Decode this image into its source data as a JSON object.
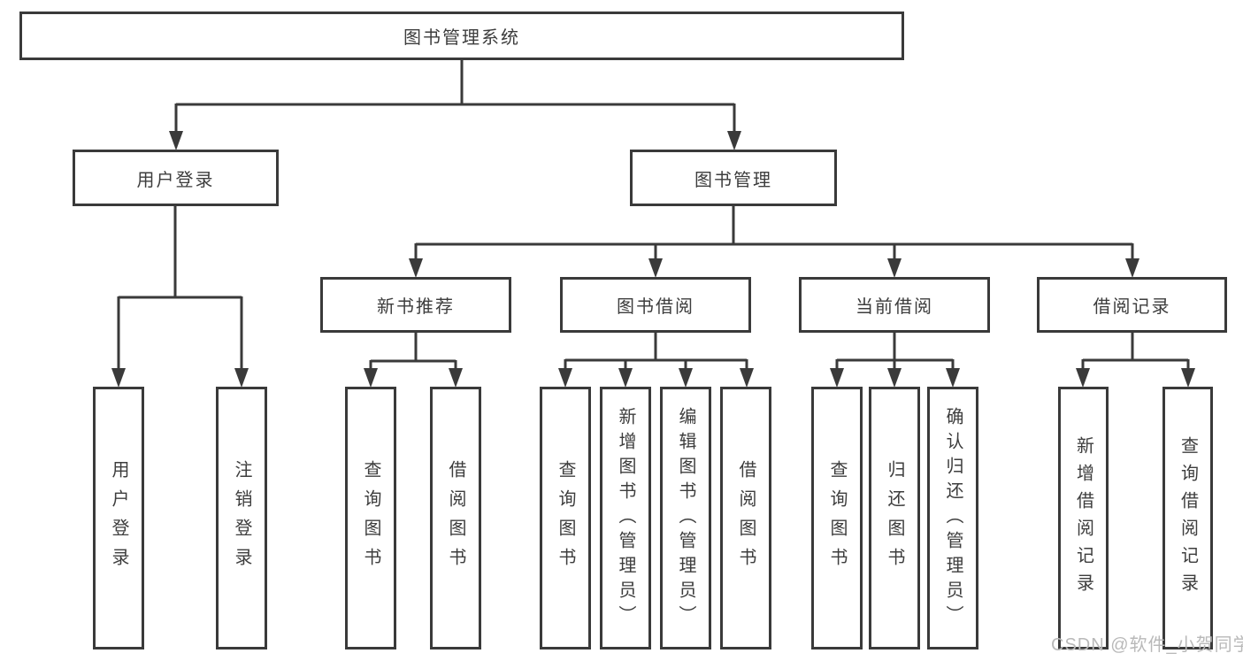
{
  "diagram_title": "图书管理系统",
  "colors": {
    "line": "#3a3a3a",
    "text": "#3d3d3d",
    "background": "#ffffff",
    "watermark": "#b9b9b9"
  },
  "nodes": {
    "root": {
      "label": "图书管理系统"
    },
    "user_login_group": {
      "label": "用户登录"
    },
    "book_mgmt": {
      "label": "图书管理"
    },
    "user_login": {
      "label": "用户登录"
    },
    "logout": {
      "label": "注销登录"
    },
    "new_book_rec": {
      "label": "新书推荐"
    },
    "book_borrow": {
      "label": "图书借阅"
    },
    "current_borrow": {
      "label": "当前借阅"
    },
    "borrow_records": {
      "label": "借阅记录"
    },
    "query_books_1": {
      "label": "查询图书"
    },
    "borrow_books_1": {
      "label": "借阅图书"
    },
    "query_books_2": {
      "label": "查询图书"
    },
    "add_books": {
      "label": "新增图书（管理员）"
    },
    "edit_books": {
      "label": "编辑图书（管理员）"
    },
    "borrow_books_2": {
      "label": "借阅图书"
    },
    "query_books_3": {
      "label": "查询图书"
    },
    "return_books": {
      "label": "归还图书"
    },
    "confirm_return": {
      "label": "确认归还（管理员）"
    },
    "add_borrow_record": {
      "label": "新增借阅记录"
    },
    "query_borrow_record": {
      "label": "查询借阅记录"
    }
  },
  "hierarchy": {
    "root": "图书管理系统",
    "children": [
      {
        "label": "用户登录",
        "children": [
          "用户登录",
          "注销登录"
        ]
      },
      {
        "label": "图书管理",
        "children": [
          {
            "label": "新书推荐",
            "children": [
              "查询图书",
              "借阅图书"
            ]
          },
          {
            "label": "图书借阅",
            "children": [
              "查询图书",
              "新增图书（管理员）",
              "编辑图书（管理员）",
              "借阅图书"
            ]
          },
          {
            "label": "当前借阅",
            "children": [
              "查询图书",
              "归还图书",
              "确认归还（管理员）"
            ]
          },
          {
            "label": "借阅记录",
            "children": [
              "新增借阅记录",
              "查询借阅记录"
            ]
          }
        ]
      }
    ]
  },
  "watermark": "CSDN @软件_小贺同学"
}
